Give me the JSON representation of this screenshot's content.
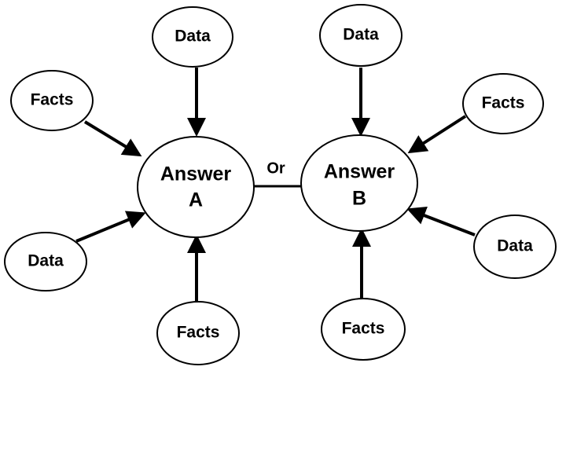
{
  "diagram": {
    "connector_label": "Or",
    "answer_a": {
      "line1": "Answer",
      "line2": "A"
    },
    "answer_b": {
      "line1": "Answer",
      "line2": "B"
    },
    "a_inputs": {
      "top": "Data",
      "upper_left": "Facts",
      "lower_left": "Data",
      "bottom": "Facts"
    },
    "b_inputs": {
      "top": "Data",
      "upper_right": "Facts",
      "lower_right": "Data",
      "bottom": "Facts"
    },
    "colors": {
      "stroke": "#000000",
      "fill": "#ffffff",
      "text": "#000000"
    }
  }
}
